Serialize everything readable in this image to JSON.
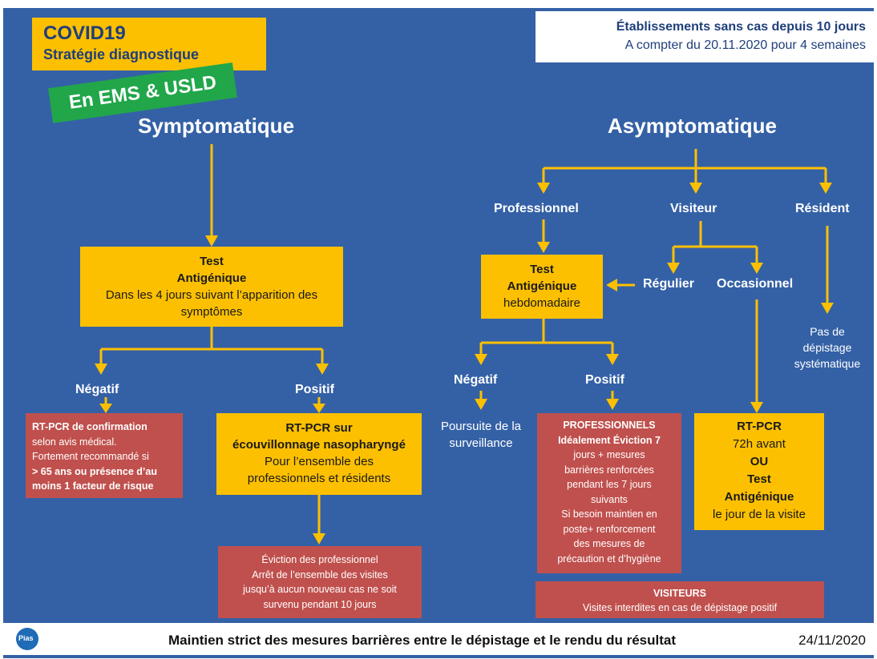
{
  "header": {
    "title": "COVID19",
    "subtitle": "Stratégie diagnostique",
    "badge": "En EMS & USLD",
    "info_line1": "Établissements sans cas depuis 10 jours",
    "info_line2": "A compter du 20.11.2020 pour 4 semaines"
  },
  "symptomatic": {
    "heading": "Symptomatique",
    "test_box": {
      "line1": "Test",
      "line2": "Antigénique",
      "line3": "Dans les 4 jours suivant l’apparition des",
      "line4": "symptômes"
    },
    "negatif": "Négatif",
    "positif": "Positif",
    "neg_box": {
      "l1": "RT-PCR de confirmation",
      "l2": "selon avis médical.",
      "l3": "Fortement recommandé si",
      "l4": "> 65 ans ou présence d’au",
      "l5": "moins 1 facteur de risque"
    },
    "pos_box": {
      "l1": "RT-PCR sur",
      "l2": "écouvillonnage nasopharyngé",
      "l3": "Pour l’ensemble des",
      "l4": "professionnels et résidents"
    },
    "eviction_box": {
      "l1": "Éviction des professionnel",
      "l2": "Arrêt de l’ensemble des visites",
      "l3": "jusqu’à aucun nouveau cas ne soit",
      "l4": "survenu pendant 10 jours"
    }
  },
  "asymptomatic": {
    "heading": "Asymptomatique",
    "professionnel": "Professionnel",
    "visiteur": "Visiteur",
    "resident": "Résident",
    "regulier": "Régulier",
    "occasionnel": "Occasionnel",
    "test_box": {
      "l1": "Test",
      "l2": "Antigénique",
      "l3": "hebdomadaire"
    },
    "negatif": "Négatif",
    "positif": "Positif",
    "neg_text": {
      "l1": "Poursuite de la",
      "l2": "surveillance"
    },
    "resident_text": {
      "l1": "Pas de",
      "l2": "dépistage",
      "l3": "systématique"
    },
    "pro_box": {
      "l1": "PROFESSIONNELS",
      "l2": "Idéalement Éviction 7",
      "l3": "jours + mesures",
      "l4": "barrières renforcées",
      "l5": "pendant les 7 jours",
      "l6": "suivants",
      "l7": "Si besoin maintien en",
      "l8": "poste+ renforcement",
      "l9": "des mesures de",
      "l10": "précaution et d’hygiène"
    },
    "visitor_box": {
      "l1": "RT-PCR",
      "l2": "72h avant",
      "l3": "OU",
      "l4": "Test",
      "l5": "Antigénique",
      "l6": "le jour de la visite"
    },
    "visiteurs_box": {
      "l1": "VISITEURS",
      "l2": "Visites interdites en cas de dépistage positif"
    }
  },
  "footer": {
    "logo_text": "Pias",
    "message": "Maintien strict des mesures barrières entre le dépistage et le rendu du résultat",
    "date": "24/11/2020"
  },
  "colors": {
    "background": "#3461a6",
    "yellow": "#fdc000",
    "red": "#c0504d",
    "green": "#21a64a"
  }
}
